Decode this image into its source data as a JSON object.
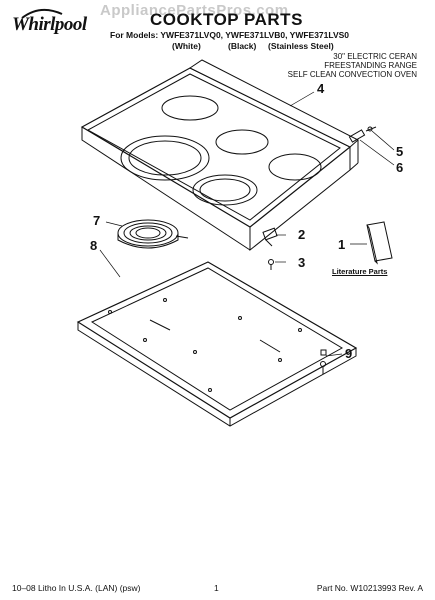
{
  "header": {
    "brand": "Whirlpool",
    "watermark": "AppliancePartsPros.com",
    "title": "COOKTOP PARTS",
    "models_line": "For Models: YWFE371LVQ0, YWFE371LVB0, YWFE371LVS0",
    "variants": [
      "(White)",
      "(Black)",
      "(Stainless Steel)"
    ]
  },
  "description": [
    "30\" ELECTRIC CERAN",
    "FREESTANDING RANGE",
    "SELF CLEAN CONVECTION OVEN"
  ],
  "callouts": [
    "1",
    "2",
    "3",
    "4",
    "5",
    "6",
    "7",
    "8",
    "9"
  ],
  "literature_label": "Literature Parts",
  "footer": {
    "left": "10–08 Litho In U.S.A. (LAN) (psw)",
    "center": "1",
    "right": "Part No. W10213993 Rev. A"
  },
  "colors": {
    "ink": "#111111",
    "watermark": "#c9c9c9",
    "paper": "#ffffff"
  }
}
